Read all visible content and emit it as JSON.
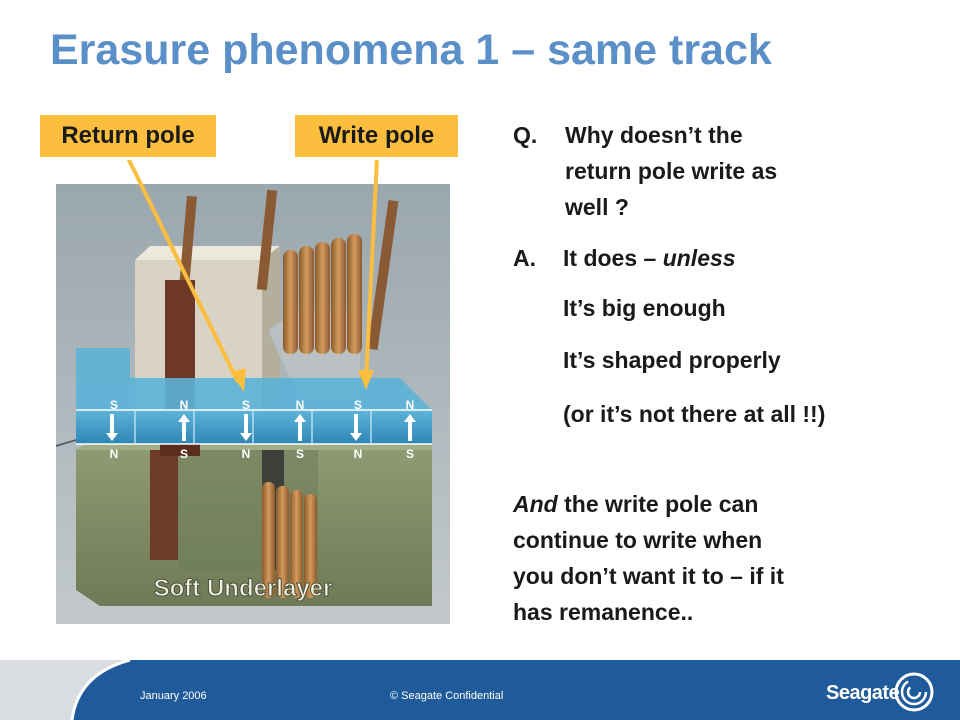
{
  "slide": {
    "title": "Erasure phenomena 1 – same track",
    "return_pole_label": "Return pole",
    "write_pole_label": "Write pole",
    "question": {
      "prefix": "Q.",
      "line1": "Why doesn’t the",
      "line2": "return pole write as",
      "line3": "well ?"
    },
    "answer": {
      "prefix": "A.",
      "lead": "It does – ",
      "lead_emph": "unless",
      "points": [
        "It’s big enough",
        "It’s shaped properly",
        "(or it’s not there at all !!)"
      ]
    },
    "note": {
      "emph": "And",
      "line1": " the write pole can",
      "line2": "continue to write when",
      "line3": "you don’t want it to – if it",
      "line4": "has remanence.."
    }
  },
  "diagram": {
    "underlayer_label": "Soft Underlayer",
    "top_letters": [
      "S",
      "N",
      "S",
      "N",
      "S",
      "N"
    ],
    "bottom_letters": [
      "N",
      "S",
      "N",
      "S",
      "N",
      "S"
    ],
    "arrow_directions": [
      "down",
      "up",
      "down",
      "up",
      "down",
      "up"
    ]
  },
  "footer": {
    "date": "January 2006",
    "confidential": "© Seagate Confidential",
    "logo": "Seagate",
    "color": "#1f5b9a"
  }
}
